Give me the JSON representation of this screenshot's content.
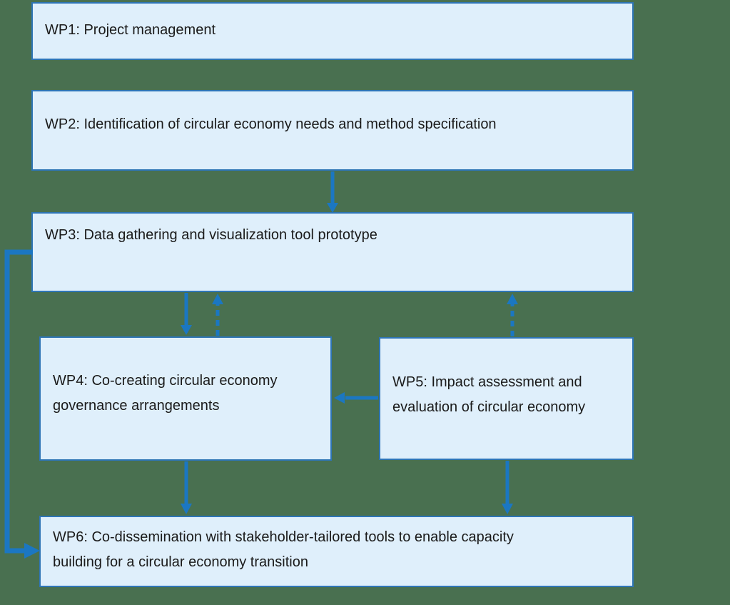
{
  "colors": {
    "background": "#497050",
    "box-fill": "#DFEFFB",
    "box-border": "#2E75B6",
    "arrow": "#1B77C2",
    "text": "#1A1A1A"
  },
  "boxes": [
    {
      "id": "wp1",
      "label": "WP1: Project management"
    },
    {
      "id": "wp2",
      "label": "WP2: Identification of circular economy needs and method specification"
    },
    {
      "id": "wp3",
      "label": "WP3: Data gathering and visualization tool prototype"
    },
    {
      "id": "wp4",
      "label": "WP4: Co-creating circular economy\ngovernance arrangements"
    },
    {
      "id": "wp5",
      "label": "WP5: Impact assessment and\nevaluation of circular economy"
    },
    {
      "id": "wp6",
      "label": "WP6: Co-dissemination with stakeholder-tailored tools to enable capacity\nbuilding for a circular economy transition"
    }
  ],
  "connections": [
    {
      "from": "WP2",
      "to": "WP3",
      "style": "solid",
      "direction": "down"
    },
    {
      "from": "WP3",
      "to": "WP4",
      "style": "solid",
      "direction": "down"
    },
    {
      "from": "WP4",
      "to": "WP3",
      "style": "dashed",
      "direction": "up"
    },
    {
      "from": "WP5",
      "to": "WP3",
      "style": "dashed",
      "direction": "up"
    },
    {
      "from": "WP5",
      "to": "WP4",
      "style": "solid",
      "direction": "left"
    },
    {
      "from": "WP4",
      "to": "WP6",
      "style": "solid",
      "direction": "down"
    },
    {
      "from": "WP5",
      "to": "WP6",
      "style": "solid",
      "direction": "down"
    },
    {
      "from": "WP3",
      "to": "WP6",
      "style": "solid",
      "direction": "left-elbow-down"
    }
  ]
}
